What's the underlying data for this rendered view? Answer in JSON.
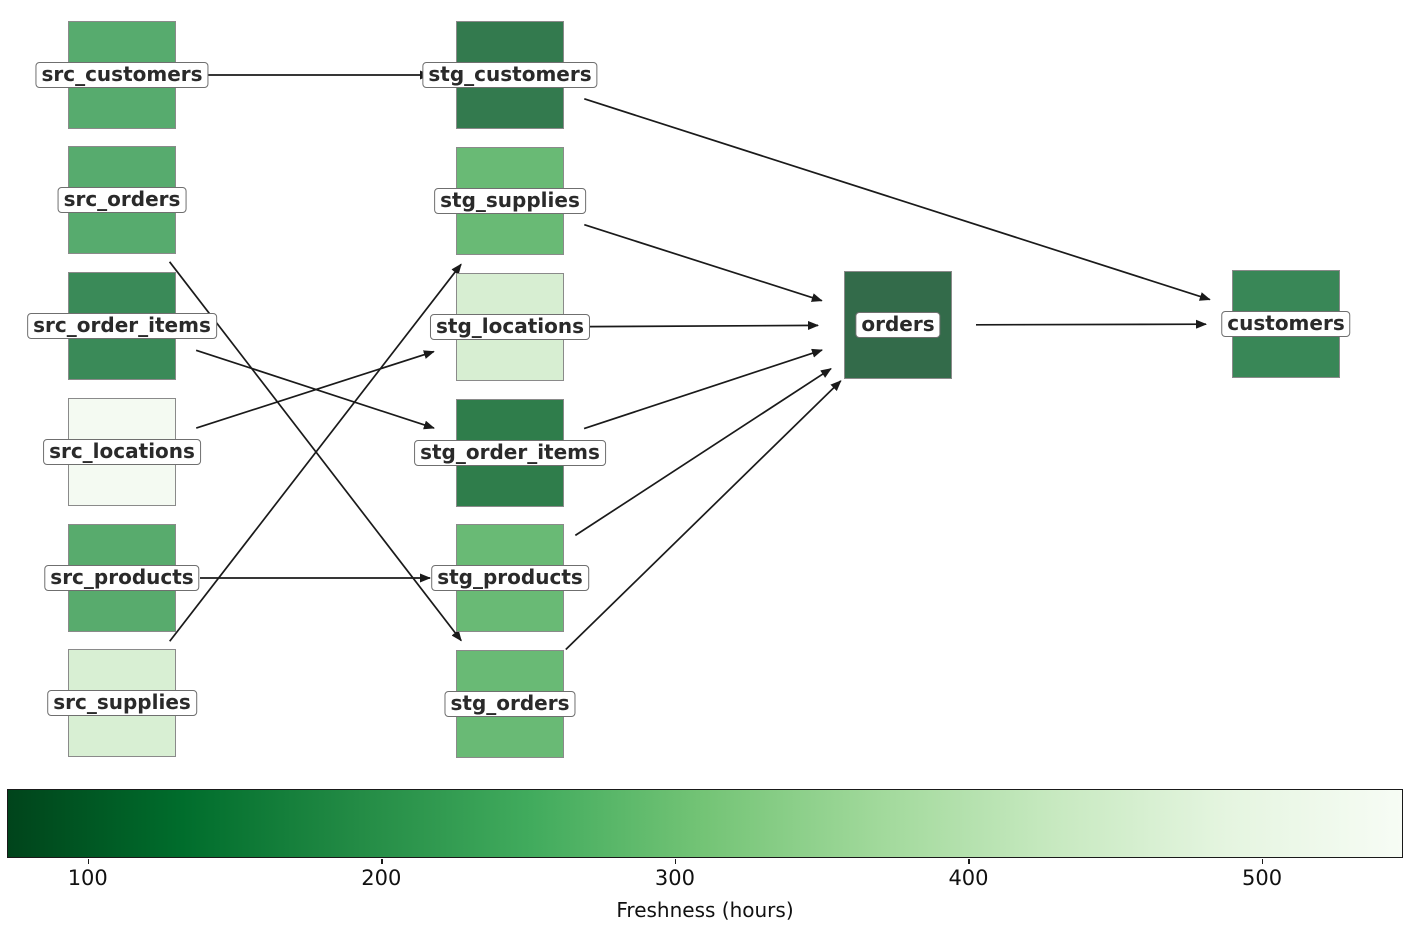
{
  "diagram": {
    "type": "dag-lineage",
    "edge_color": "#1a1a1a",
    "nodes": [
      {
        "id": "src_customers",
        "label": "src_customers",
        "color": "#57ab6e"
      },
      {
        "id": "src_orders",
        "label": "src_orders",
        "color": "#57ab6e"
      },
      {
        "id": "src_order_items",
        "label": "src_order_items",
        "color": "#3a8a58"
      },
      {
        "id": "src_locations",
        "label": "src_locations",
        "color": "#f4faf2"
      },
      {
        "id": "src_products",
        "label": "src_products",
        "color": "#58ab6d"
      },
      {
        "id": "src_supplies",
        "label": "src_supplies",
        "color": "#d8efd3"
      },
      {
        "id": "stg_customers",
        "label": "stg_customers",
        "color": "#337a4e"
      },
      {
        "id": "stg_supplies",
        "label": "stg_supplies",
        "color": "#69ba75"
      },
      {
        "id": "stg_locations",
        "label": "stg_locations",
        "color": "#d7eed2"
      },
      {
        "id": "stg_order_items",
        "label": "stg_order_items",
        "color": "#2f7d4b"
      },
      {
        "id": "stg_products",
        "label": "stg_products",
        "color": "#69ba75"
      },
      {
        "id": "stg_orders",
        "label": "stg_orders",
        "color": "#69ba75"
      },
      {
        "id": "orders",
        "label": "orders",
        "color": "#336b4a"
      },
      {
        "id": "customers",
        "label": "customers",
        "color": "#398757"
      }
    ],
    "edges": [
      {
        "from": "src_customers",
        "to": "stg_customers"
      },
      {
        "from": "src_orders",
        "to": "stg_orders"
      },
      {
        "from": "src_order_items",
        "to": "stg_order_items"
      },
      {
        "from": "src_locations",
        "to": "stg_locations"
      },
      {
        "from": "src_products",
        "to": "stg_products"
      },
      {
        "from": "src_supplies",
        "to": "stg_supplies"
      },
      {
        "from": "stg_customers",
        "to": "customers"
      },
      {
        "from": "stg_supplies",
        "to": "orders"
      },
      {
        "from": "stg_locations",
        "to": "orders"
      },
      {
        "from": "stg_order_items",
        "to": "orders"
      },
      {
        "from": "stg_products",
        "to": "orders"
      },
      {
        "from": "stg_orders",
        "to": "orders"
      },
      {
        "from": "orders",
        "to": "customers"
      }
    ]
  },
  "colorbar": {
    "label": "Freshness (hours)",
    "ticks": [
      100,
      200,
      300,
      400,
      500
    ],
    "range": [
      72.5,
      548
    ],
    "colormap": "Greens_r",
    "gradient": [
      "#00441b",
      "#006d2c",
      "#238b45",
      "#41ab5d",
      "#74c476",
      "#a1d99b",
      "#c7e9c0",
      "#e5f5e0",
      "#f7fcf5"
    ]
  }
}
